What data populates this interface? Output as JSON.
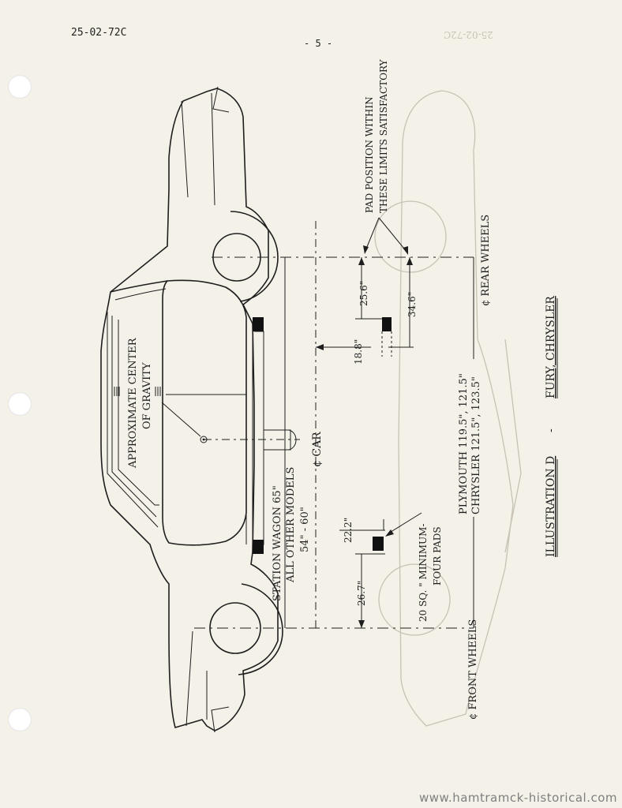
{
  "header": {
    "doc_number": "25-02-72C",
    "page_number": "- 5 -"
  },
  "labels": {
    "center_gravity_line1": "APPROXIMATE CENTER",
    "center_gravity_line2": "OF GRAVITY",
    "pad_position_line1": "PAD POSITION WITHIN",
    "pad_position_line2": "THESE LIMITS SATISFACTORY",
    "station_wagon": "STATION WAGON 65\"",
    "all_other_models": "ALL OTHER MODELS",
    "range_54_60": "54\" - 60\"",
    "centerline_car": "¢ CAR",
    "front_wheels": "¢ FRONT WHEELS",
    "rear_wheels": "¢ REAR WHEELS",
    "min_pads_line1": "20 SQ. \" MINIMUM-",
    "min_pads_line2": "FOUR PADS",
    "plymouth": "PLYMOUTH  119.5\", 121.5\"",
    "chrysler": "CHRYSLER  121.5\", 123.5\""
  },
  "dimensions": {
    "d25_6": "25.6\"",
    "d34_6": "34.6\"",
    "d18_8": "18.8\"",
    "d22_2": "22.2\"",
    "d26_7": "26.7\""
  },
  "caption": {
    "illustration": "ILLUSTRATION D",
    "dash": "-",
    "models": "FURY,  CHRYSLER"
  },
  "watermark": "www.hamtramck-historical.com"
}
